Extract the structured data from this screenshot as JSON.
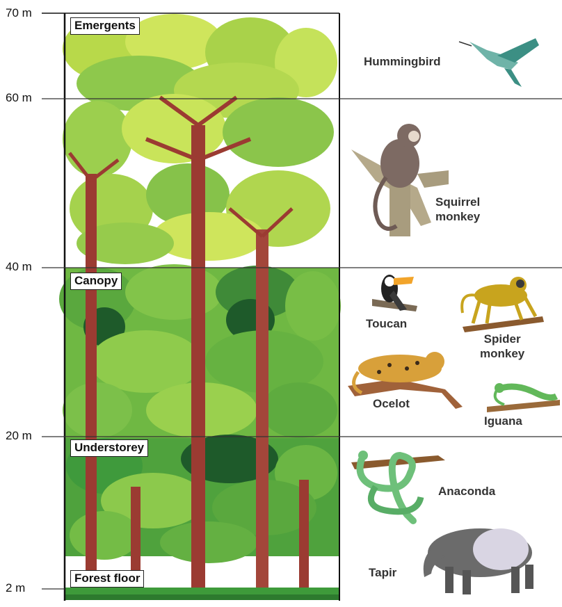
{
  "axis": {
    "ticks": [
      "70 m",
      "60 m",
      "40 m",
      "20 m",
      "2 m"
    ]
  },
  "layers": [
    {
      "name": "Emergents",
      "animals": [
        "Hummingbird",
        "Squirrel monkey"
      ]
    },
    {
      "name": "Canopy",
      "animals": [
        "Toucan",
        "Spider monkey",
        "Ocelot",
        "Iguana"
      ]
    },
    {
      "name": "Understorey",
      "animals": [
        "Anaconda",
        "Tapir"
      ]
    },
    {
      "name": "Forest floor",
      "animals": []
    }
  ],
  "animals": {
    "hummingbird": "Hummingbird",
    "squirrel_monkey_line1": "Squirrel",
    "squirrel_monkey_line2": "monkey",
    "toucan": "Toucan",
    "spider_monkey_line1": "Spider",
    "spider_monkey_line2": "monkey",
    "ocelot": "Ocelot",
    "iguana": "Iguana",
    "anaconda": "Anaconda",
    "tapir": "Tapir"
  },
  "colors": {
    "trunk": "#9b3b32",
    "light_foliage": "#c9e45a",
    "mid_foliage": "#7cc04a",
    "dark_foliage": "#3f9a3c",
    "deep_foliage": "#1e5a2a",
    "border": "#111111"
  }
}
